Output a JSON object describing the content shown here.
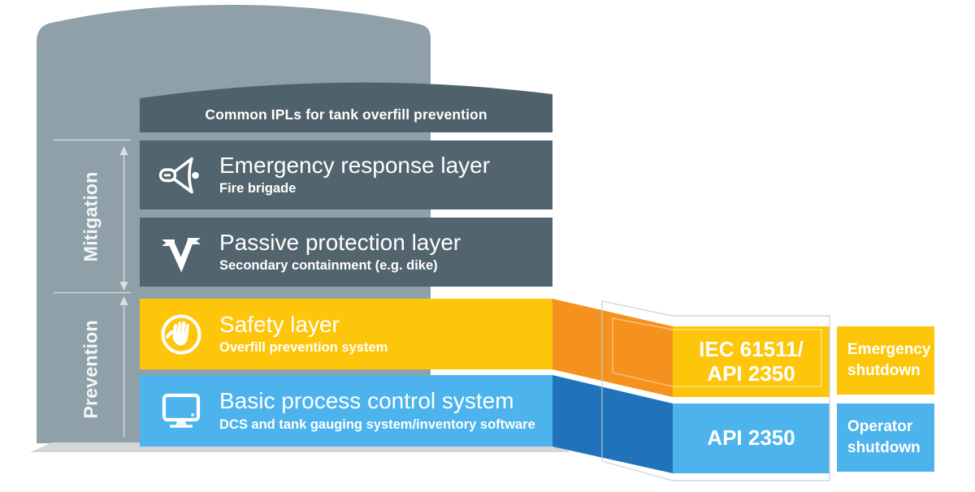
{
  "header": {
    "title": "Common IPLs for tank overfill prevention"
  },
  "groups": {
    "mitigation": "Mitigation",
    "prevention": "Prevention"
  },
  "layers": [
    {
      "title": "Emergency response layer",
      "subtitle": "Fire brigade",
      "icon": "megaphone-icon",
      "group": "Mitigation"
    },
    {
      "title": "Passive protection layer",
      "subtitle": "Secondary containment (e.g. dike)",
      "icon": "dike-icon",
      "group": "Mitigation"
    },
    {
      "title": "Safety layer",
      "subtitle": "Overfill prevention system",
      "icon": "stop-hand-icon",
      "group": "Prevention"
    },
    {
      "title": "Basic process control system",
      "subtitle": "DCS and tank gauging system/inventory software",
      "icon": "monitor-icon",
      "group": "Prevention"
    }
  ],
  "standards": {
    "safety_line1": "IEC 61511/",
    "safety_line2": "API 2350",
    "bpcs_line1": "API 2350"
  },
  "shutdowns": {
    "emergency_line1": "Emergency",
    "emergency_line2": "shutdown",
    "operator_line1": "Operator",
    "operator_line2": "shutdown"
  },
  "colors": {
    "tank_gray": "#8fa0a8",
    "layer_dark": "#52646d",
    "safety_yellow": "#fdc60b",
    "fold_orange": "#f5911e",
    "bpcs_blue": "#4db3ed",
    "fold_dark_blue": "#2173b9",
    "base_gray": "#d3d7d9"
  }
}
